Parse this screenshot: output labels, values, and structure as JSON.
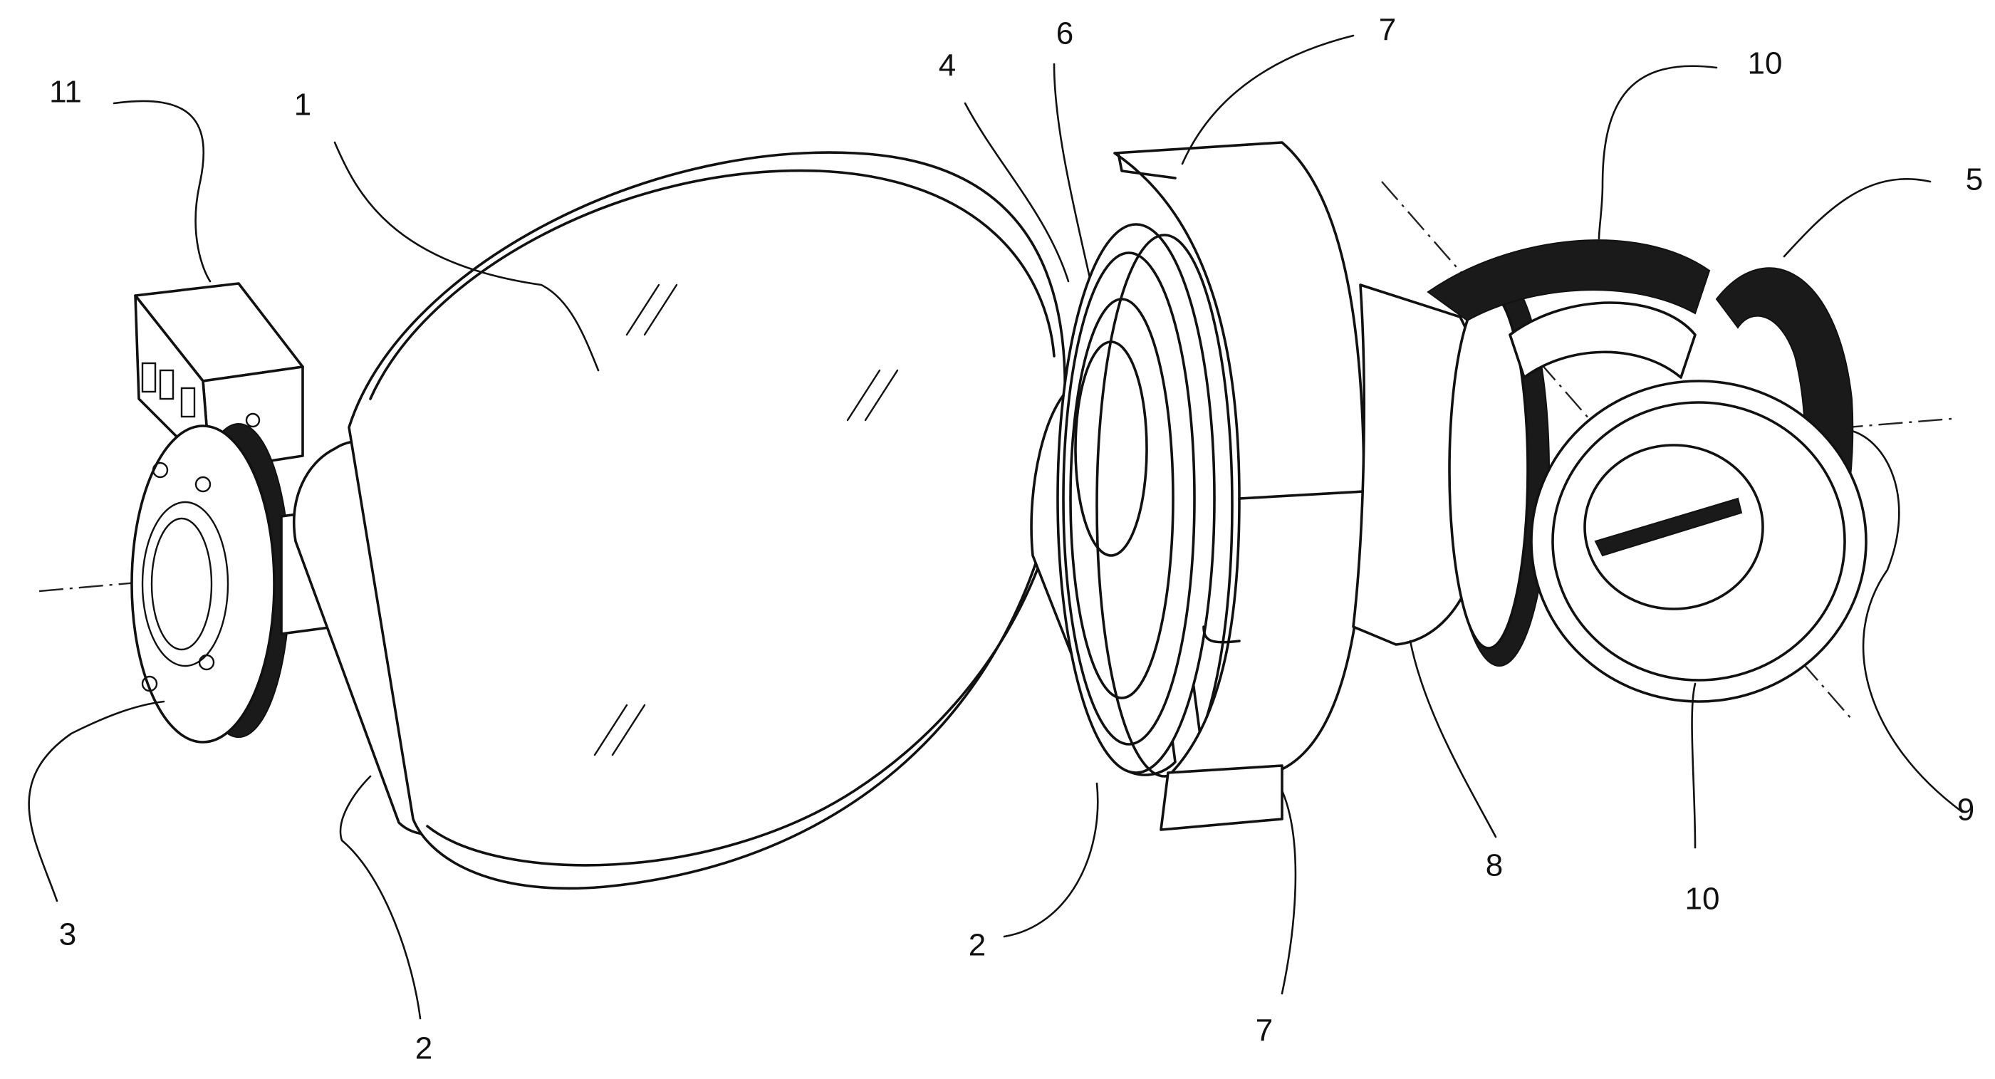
{
  "labels": [
    {
      "id": "label-11",
      "text": "11"
    },
    {
      "id": "label-1",
      "text": "1"
    },
    {
      "id": "label-4",
      "text": "4"
    },
    {
      "id": "label-6",
      "text": "6"
    },
    {
      "id": "label-7-top",
      "text": "7"
    },
    {
      "id": "label-10-top",
      "text": "10"
    },
    {
      "id": "label-5",
      "text": "5"
    },
    {
      "id": "label-3",
      "text": "3"
    },
    {
      "id": "label-2-left",
      "text": "2"
    },
    {
      "id": "label-2-mid",
      "text": "2"
    },
    {
      "id": "label-7-bottom",
      "text": "7"
    },
    {
      "id": "label-8",
      "text": "8"
    },
    {
      "id": "label-10-bottom",
      "text": "10"
    },
    {
      "id": "label-9",
      "text": "9"
    }
  ]
}
